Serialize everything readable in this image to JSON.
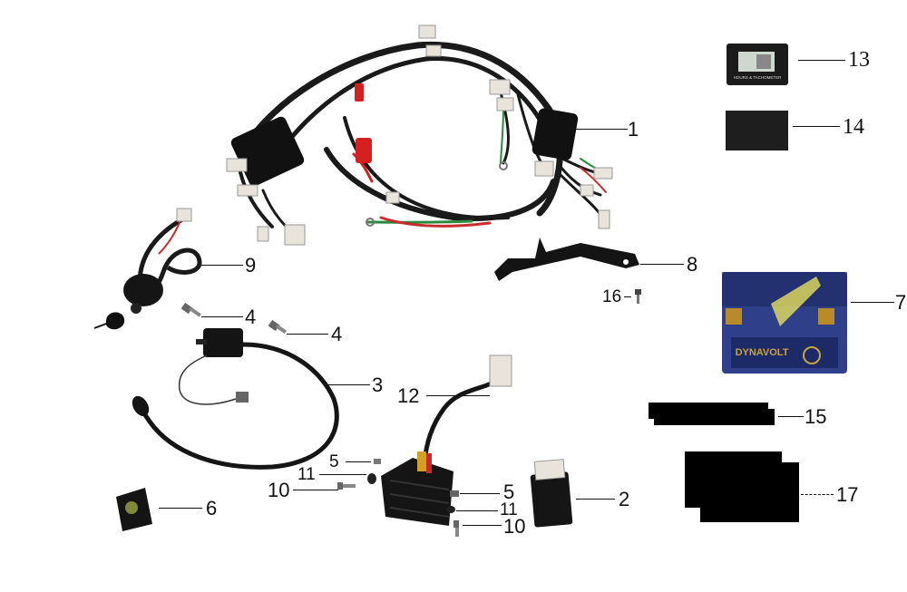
{
  "diagram": {
    "callouts": [
      {
        "id": "c1",
        "label": "1"
      },
      {
        "id": "c2",
        "label": "2"
      },
      {
        "id": "c3",
        "label": "3"
      },
      {
        "id": "c4a",
        "label": "4"
      },
      {
        "id": "c4b",
        "label": "4"
      },
      {
        "id": "c5a",
        "label": "5"
      },
      {
        "id": "c5b",
        "label": "5"
      },
      {
        "id": "c6",
        "label": "6"
      },
      {
        "id": "c7",
        "label": "7"
      },
      {
        "id": "c8",
        "label": "8"
      },
      {
        "id": "c9",
        "label": "9"
      },
      {
        "id": "c10a",
        "label": "10"
      },
      {
        "id": "c10b",
        "label": "10"
      },
      {
        "id": "c11a",
        "label": "11"
      },
      {
        "id": "c11b",
        "label": "11"
      },
      {
        "id": "c12",
        "label": "12"
      },
      {
        "id": "c13",
        "label": "13"
      },
      {
        "id": "c14",
        "label": "14"
      },
      {
        "id": "c15",
        "label": "15"
      },
      {
        "id": "c16",
        "label": "16"
      },
      {
        "id": "c17",
        "label": "17"
      }
    ],
    "battery_brand": "DYNAVOLT",
    "meter_caption": "HOURS & TACHOMETER"
  },
  "colors": {
    "wire_black": "#1a1a1a",
    "connector_white": "#e8e4dc",
    "plastic_red": "#d42020",
    "battery_blue": "#2f3f8a",
    "battery_label": "#c9a23a",
    "redacted_black": "#000000"
  }
}
